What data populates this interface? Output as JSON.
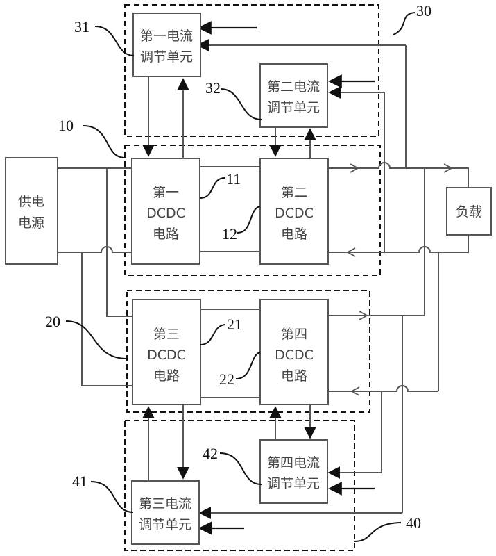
{
  "diagram": {
    "type": "circuit-block-diagram",
    "power_source": {
      "ref": "",
      "line1": "供电",
      "line2": "电源"
    },
    "load": {
      "label": "负载"
    },
    "groups": [
      {
        "ref": "10",
        "role": "first DCDC module"
      },
      {
        "ref": "20",
        "role": "second DCDC module"
      },
      {
        "ref": "30",
        "role": "first current regulation module"
      },
      {
        "ref": "40",
        "role": "second current regulation module"
      }
    ],
    "dcdc": [
      {
        "ref": "11",
        "line1": "第一",
        "line2": "DCDC",
        "line3": "电路"
      },
      {
        "ref": "12",
        "line1": "第二",
        "line2": "DCDC",
        "line3": "电路"
      },
      {
        "ref": "21",
        "line1": "第三",
        "line2": "DCDC",
        "line3": "电路"
      },
      {
        "ref": "22",
        "line1": "第四",
        "line2": "DCDC",
        "line3": "电路"
      }
    ],
    "regulators": [
      {
        "ref": "31",
        "line1": "第一电流",
        "line2": "调节单元"
      },
      {
        "ref": "32",
        "line1": "第二电流",
        "line2": "调节单元"
      },
      {
        "ref": "41",
        "line1": "第三电流",
        "line2": "调节单元"
      },
      {
        "ref": "42",
        "line1": "第四电流",
        "line2": "调节单元"
      }
    ]
  }
}
